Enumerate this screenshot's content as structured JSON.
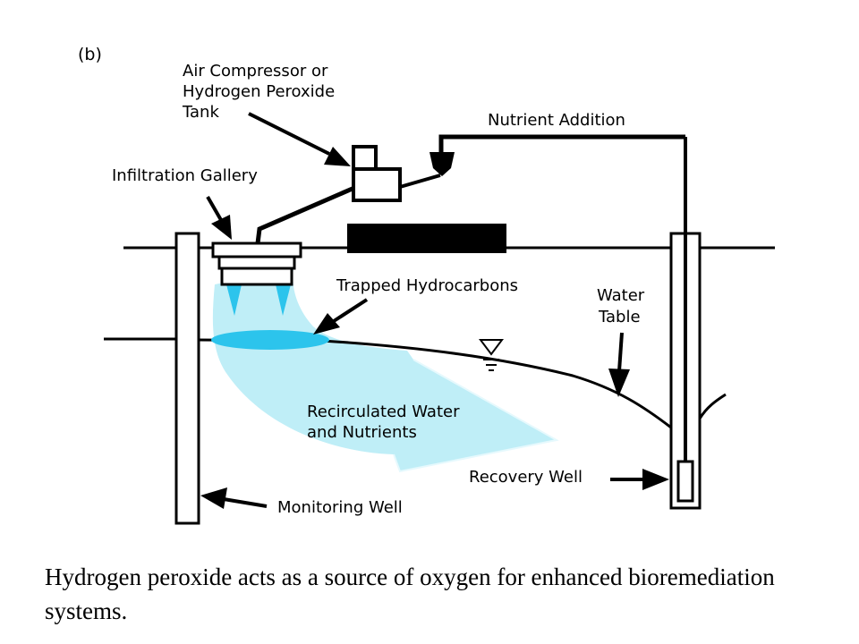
{
  "figure_label": "(b)",
  "labels": {
    "air_compressor": [
      "Air Compressor or",
      "Hydrogen Peroxide",
      "Tank"
    ],
    "nutrient_addition": "Nutrient Addition",
    "infiltration_gallery": "Infiltration Gallery",
    "trapped_hydrocarbons": "Trapped Hydrocarbons",
    "water_table": [
      "Water",
      "Table"
    ],
    "recirculated": [
      "Recirculated Water",
      "and Nutrients"
    ],
    "recovery_well": "Recovery Well",
    "monitoring_well": "Monitoring Well"
  },
  "caption": "Hydrogen peroxide acts as a source of oxygen for enhanced bioremediation systems.",
  "colors": {
    "plume": "#bfeef7",
    "hydrocarbon": "#2cc4ec",
    "line": "#000000"
  }
}
